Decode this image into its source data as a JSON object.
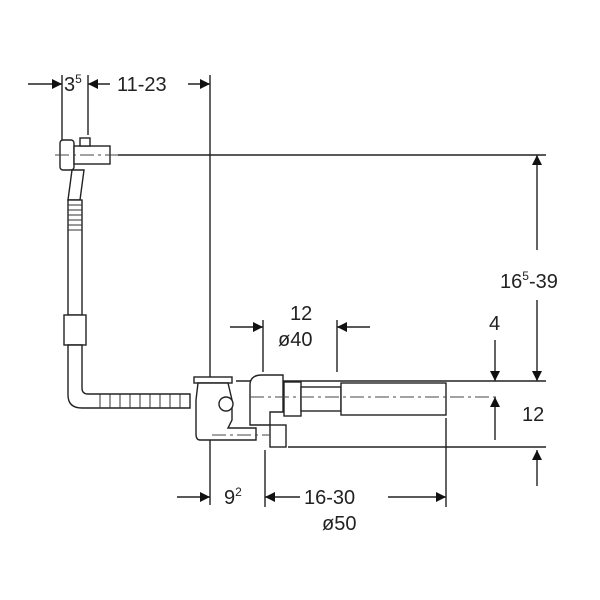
{
  "drawing": {
    "dimensions": {
      "top_left": {
        "base": "3",
        "sup": "5"
      },
      "top_right": "11-23",
      "height_base": "16",
      "height_sup": "5",
      "height_rest": "-39",
      "pipe_offset_top": "4",
      "pipe_height": "12",
      "outlet_length": "12",
      "outlet_diameter": "ø40",
      "trap_offset": {
        "base": "9",
        "sup": "2"
      },
      "extension_length": "16-30",
      "extension_diameter": "ø50"
    },
    "colors": {
      "line": "#222222",
      "background": "#ffffff"
    }
  }
}
